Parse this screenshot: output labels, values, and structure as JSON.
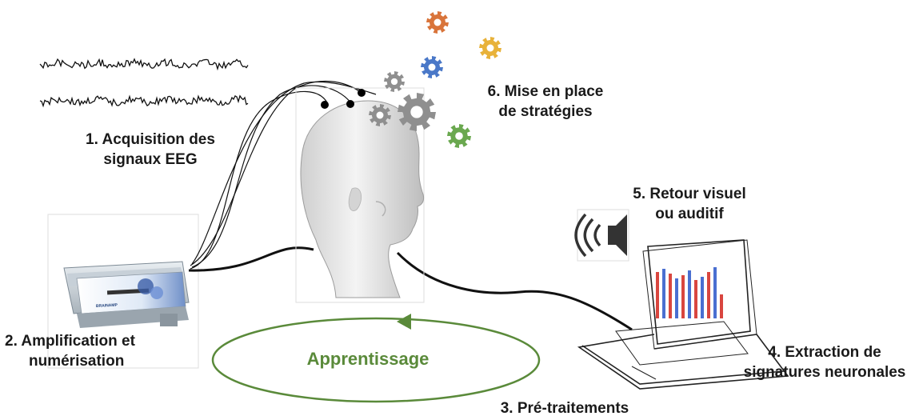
{
  "steps": {
    "acquisition": [
      "1. Acquisition des",
      "signaux EEG"
    ],
    "amplification": [
      "2. Amplification et",
      "numérisation"
    ],
    "pretraitements": [
      "3. Pré-traitements"
    ],
    "extraction": [
      "4. Extraction de",
      "signatures neuronales"
    ],
    "retour": [
      "5. Retour visuel",
      "ou auditif"
    ],
    "strategies": [
      "6. Mise en place",
      "de stratégies"
    ]
  },
  "loop": {
    "label": "Apprentissage",
    "color": "#5a8a3a"
  },
  "device": {
    "brand": "BRAINAMP"
  },
  "colors": {
    "gear_orange": "#d9743a",
    "gear_yellow": "#e8b23a",
    "gear_blue": "#4a78c8",
    "gear_green": "#6aa84f",
    "gear_gray": "#8f8f8f",
    "bar_red": "#d9463f",
    "bar_blue": "#4a6fd1"
  },
  "icons": [
    "speaker-icon",
    "gear-icon",
    "eeg-cap-electrode",
    "laptop",
    "amplifier-box",
    "mannequin-head"
  ]
}
